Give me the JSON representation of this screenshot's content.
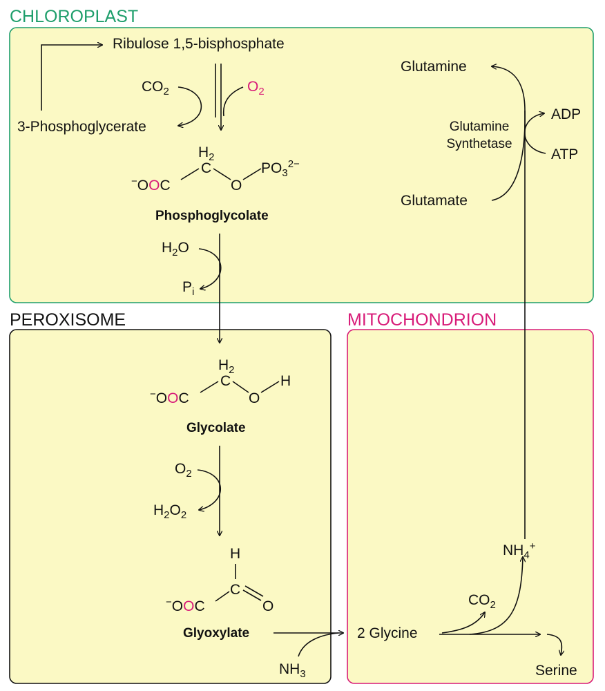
{
  "colors": {
    "panel_fill": "#fbf9c4",
    "chloroplast": "#1e9e6b",
    "peroxisome": "#111111",
    "mitochondrion": "#d81b78",
    "oxygen_highlight": "#d81b78",
    "enzyme": "#1aa0e0"
  },
  "compartments": {
    "chloroplast": "CHLOROPLAST",
    "peroxisome": "PEROXISOME",
    "mitochondrion": "MITOCHONDRION"
  },
  "labels": {
    "rubp": "Ribulose 1,5-bisphosphate",
    "co2": "CO",
    "o2": "O",
    "pga": "3-Phosphoglycerate",
    "h2": "H",
    "c": "C",
    "o": "O",
    "h": "H",
    "po3": "PO",
    "po3_charge": "2−",
    "carboxyl_charge": "−",
    "carboxyl_o": "O",
    "carboxyl_o2": "O",
    "carboxyl_c": "C",
    "phosphoglycolate": "Phosphoglycolate",
    "h2o_h": "H",
    "h2o_o": "O",
    "pi": "P",
    "pi_sub": "i",
    "glycolate": "Glycolate",
    "o2b": "O",
    "h2o2_h": "H",
    "h2o2_o": "O",
    "glyoxylate": "Glyoxylate",
    "nh3": "NH",
    "glycine": "2 Glycine",
    "co2b": "CO",
    "nh4": "NH",
    "nh4_charge": "+",
    "serine": "Serine",
    "glutamine": "Glutamine",
    "glutamate": "Glutamate",
    "adp": "ADP",
    "atp": "ATP",
    "enzyme_line1": "Glutamine",
    "enzyme_line2": "Synthetase",
    "sub2": "2",
    "sub3": "3",
    "sub4": "4"
  }
}
